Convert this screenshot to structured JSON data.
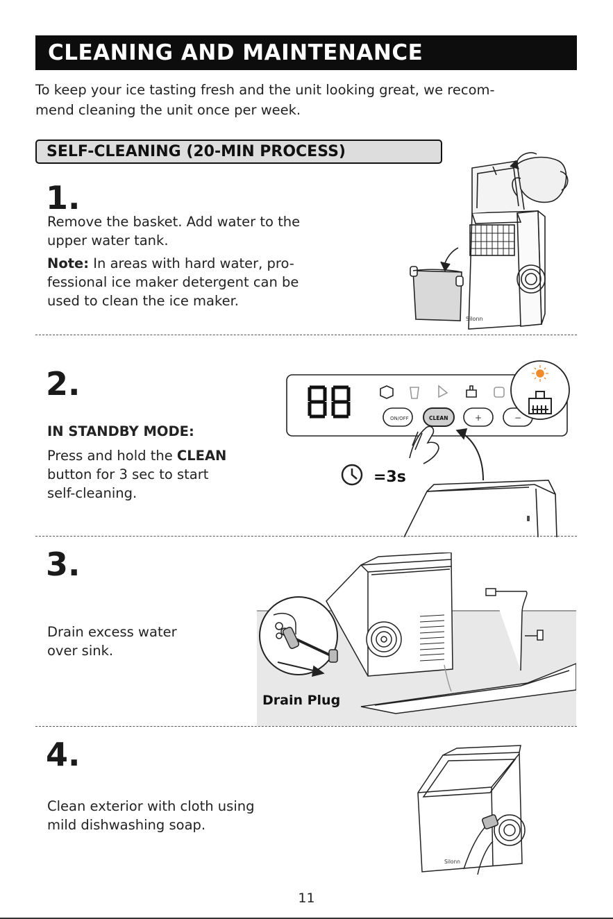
{
  "header": {
    "title": "CLEANING AND MAINTENANCE"
  },
  "intro": {
    "line1": "To keep your ice tasting fresh and the unit looking great, we recom-",
    "line2": "mend cleaning the unit once per week."
  },
  "section": {
    "title": "SELF-CLEANING (20-MIN PROCESS)"
  },
  "steps": [
    {
      "number": "1.",
      "lines": [
        "Remove the basket. Add water to the",
        "upper water tank."
      ],
      "note_label": "Note:",
      "note_lines": [
        " In areas with hard water, pro-",
        "fessional ice maker detergent can be",
        "used to clean the ice maker."
      ],
      "brand": "Silonn"
    },
    {
      "number": "2.",
      "mode": "IN STANDBY MODE:",
      "line1_pre": "Press and hold the ",
      "line1_bold": "CLEAN",
      "line2": "button for 3 sec to start",
      "line3": "self-cleaning.",
      "panel": {
        "display": "88",
        "btn_onoff": "ON/OFF",
        "btn_clean": "CLEAN",
        "btn_plus": "+",
        "btn_minus": "−"
      },
      "timer": "=3s"
    },
    {
      "number": "3.",
      "line1": "Drain excess water",
      "line2": "over sink.",
      "callout": "Drain Plug"
    },
    {
      "number": "4.",
      "line1": "Clean exterior with cloth using",
      "line2": "mild dishwashing soap.",
      "brand": "Silonn"
    }
  ],
  "page_number": "11"
}
